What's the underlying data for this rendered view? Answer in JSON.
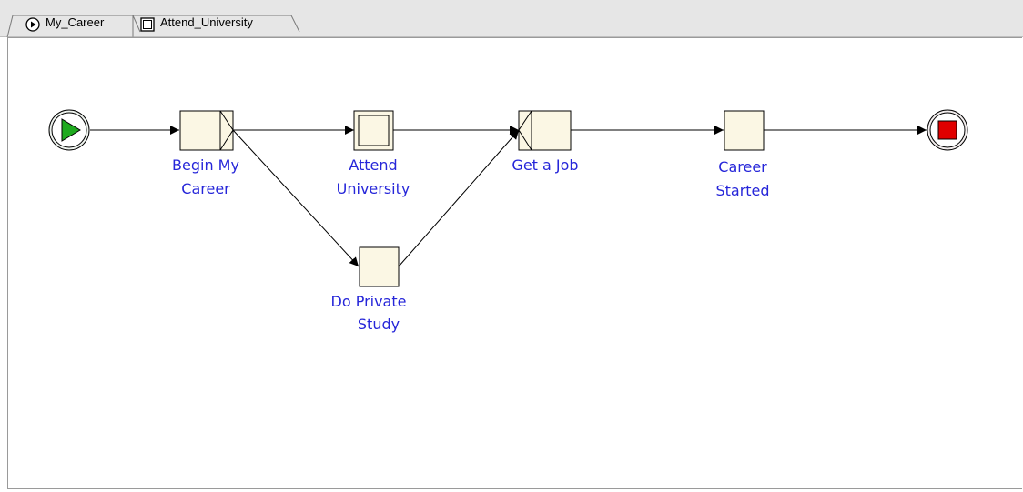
{
  "tabs": [
    {
      "label": "My_Career",
      "icon": "play-circle-icon",
      "active": true
    },
    {
      "label": "Attend_University",
      "icon": "square-icon",
      "active": false
    }
  ],
  "nodes": [
    {
      "id": "start",
      "type": "start-condition",
      "label_lines": []
    },
    {
      "id": "begin",
      "type": "task-split",
      "label_lines": [
        "Begin My",
        "Career"
      ]
    },
    {
      "id": "attend",
      "type": "composite-task",
      "label_lines": [
        "Attend",
        "University"
      ]
    },
    {
      "id": "private",
      "type": "task",
      "label_lines": [
        "Do Private",
        "Study"
      ]
    },
    {
      "id": "job",
      "type": "task-join",
      "label_lines": [
        "Get a Job"
      ]
    },
    {
      "id": "started",
      "type": "task",
      "label_lines": [
        "Career",
        "Started"
      ]
    },
    {
      "id": "end",
      "type": "end-condition",
      "label_lines": []
    }
  ],
  "edges": [
    {
      "from": "start",
      "to": "begin"
    },
    {
      "from": "begin",
      "to": "attend"
    },
    {
      "from": "begin",
      "to": "private"
    },
    {
      "from": "attend",
      "to": "job"
    },
    {
      "from": "private",
      "to": "job"
    },
    {
      "from": "job",
      "to": "started"
    },
    {
      "from": "started",
      "to": "end"
    }
  ],
  "colors": {
    "task_fill": "#fbf7e4",
    "label": "#2626d9",
    "start_fill": "#1faa1f",
    "end_fill": "#e00000",
    "stroke": "#000000",
    "tab_bar": "#e6e6e6"
  }
}
